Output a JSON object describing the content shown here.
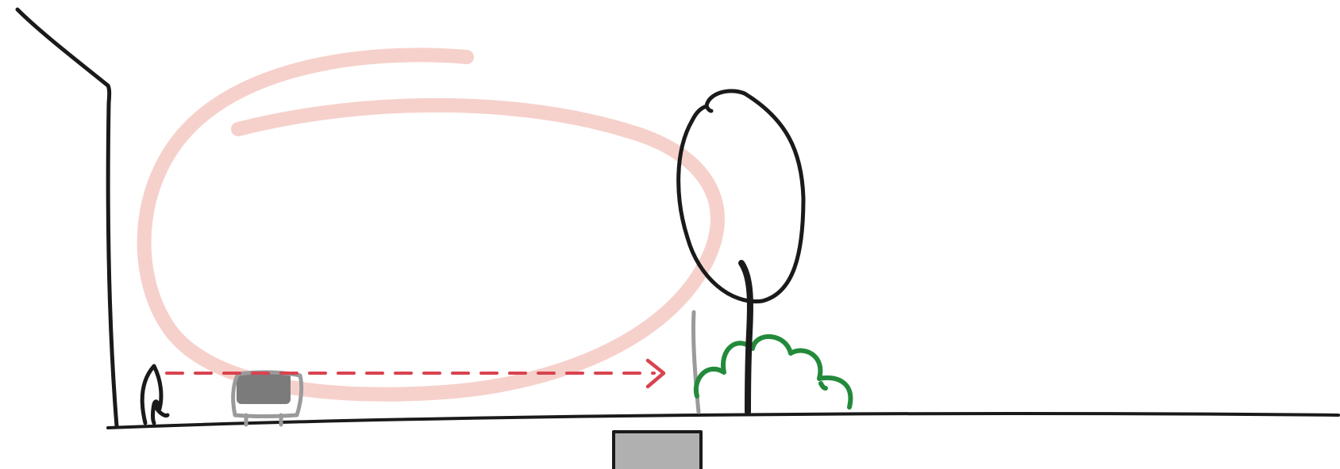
{
  "colors": {
    "ink": "#1a1a1a",
    "background": "#ffffff",
    "highlight": "#f6cfc8",
    "arrow": "#d9434f",
    "bush": "#238a3c",
    "post": "#9a9a9a",
    "bench": "#7b7b7b",
    "box": "#b0b0b0"
  },
  "elements": {
    "building": "building-outline",
    "highlight_loop": "highlight-ellipse",
    "person": "person-figure",
    "bench": "bench-icon",
    "sight_line": "dashed-arrow",
    "post": "post-pole",
    "tree": "tree-icon",
    "bush": "bush-icon",
    "ground": "ground-line",
    "box": "underground-box"
  }
}
